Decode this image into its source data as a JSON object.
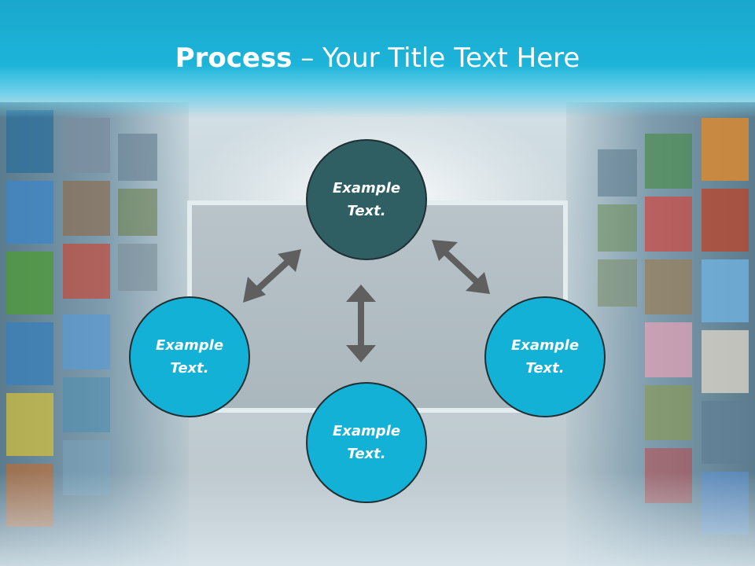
{
  "title": {
    "bold": "Process",
    "rest": " – Your Title Text Here"
  },
  "nodes": {
    "top": "Example\nText.",
    "left": "Example\nText.",
    "right": "Example\nText.",
    "bottom": "Example\nText."
  },
  "colors": {
    "banner": "#1db4d9",
    "node_dark": "#2f5f62",
    "node_blue": "#14b1d6",
    "arrow": "#5f5f5f"
  }
}
